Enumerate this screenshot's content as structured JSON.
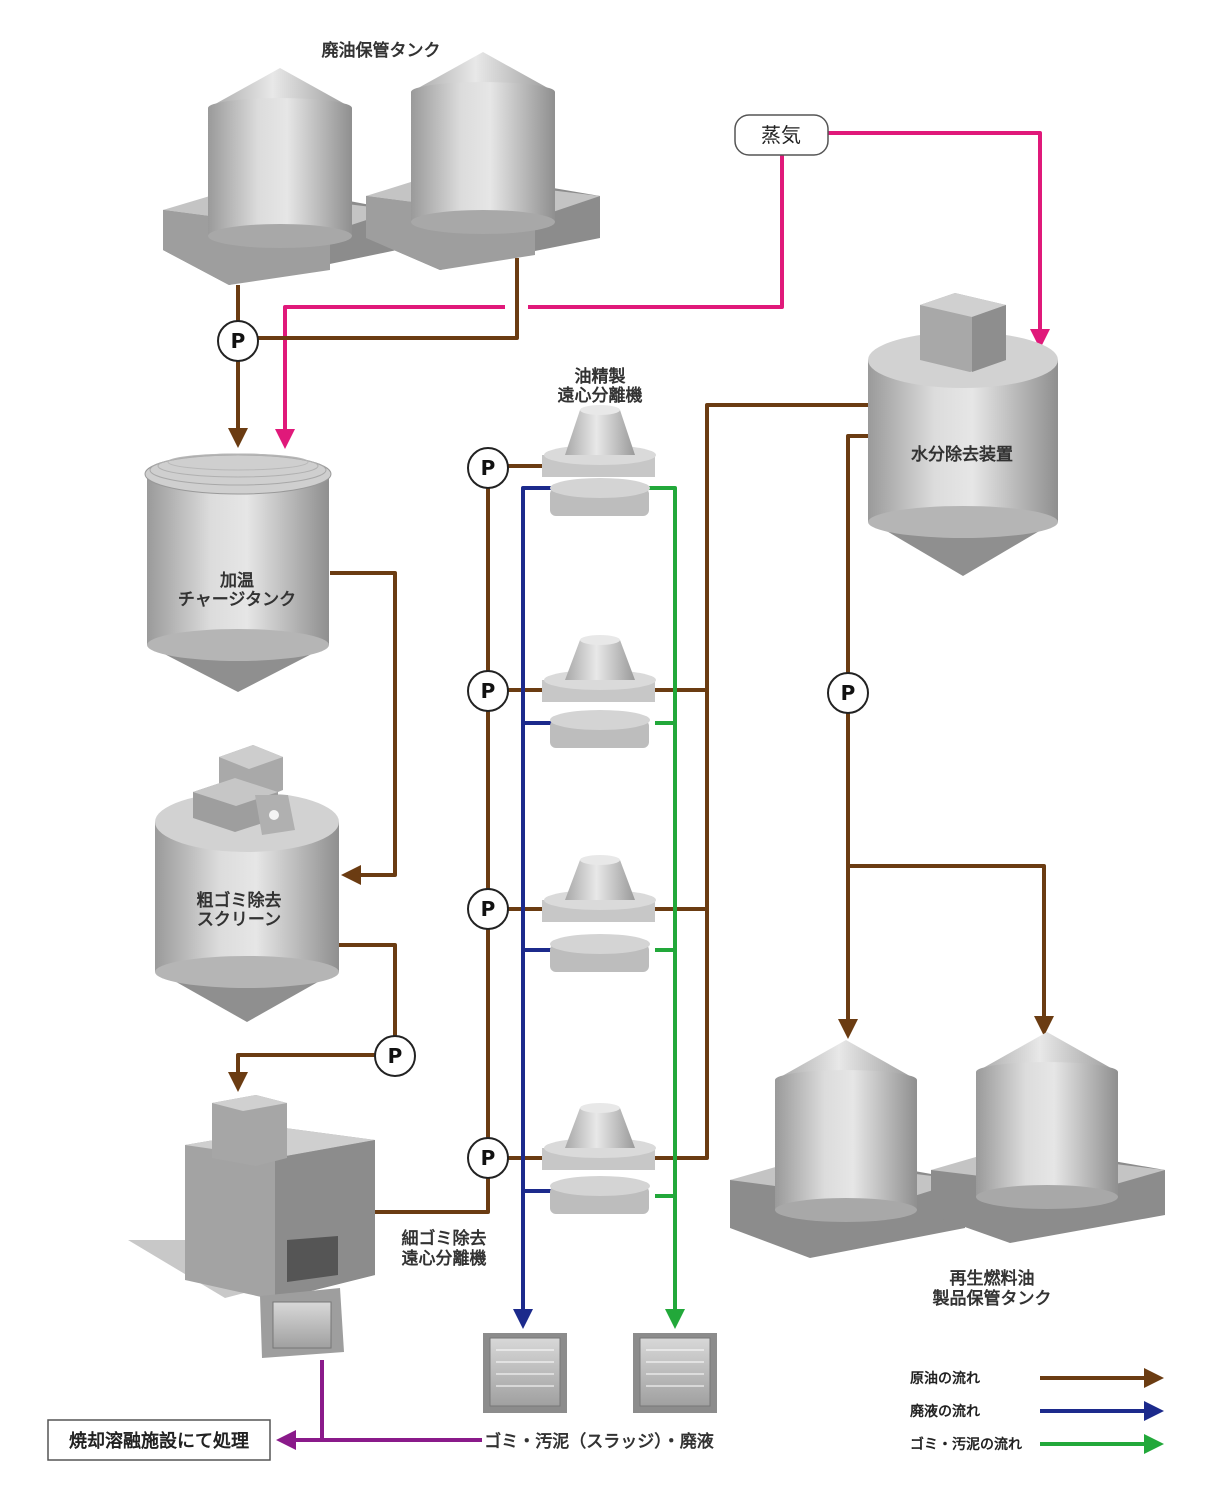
{
  "labels": {
    "waste_oil_tank": "廃油保管タンク",
    "steam": "蒸気",
    "heating_tank_1": "加温",
    "heating_tank_2": "チャージタンク",
    "coarse_screen_1": "粗ゴミ除去",
    "coarse_screen_2": "スクリーン",
    "oil_centrifuge_1": "油精製",
    "oil_centrifuge_2": "遠心分離機",
    "fine_centrifuge_1": "細ゴミ除去",
    "fine_centrifuge_2": "遠心分離機",
    "water_removal": "水分除去装置",
    "product_tank_1": "再生燃料油",
    "product_tank_2": "製品保管タンク",
    "incineration": "焼却溶融施設にて処理",
    "waste_bins": "ゴミ・汚泥（スラッジ）・廃液",
    "pump": "P"
  },
  "legend": [
    {
      "label": "原油の流れ",
      "color": "#6b3c12"
    },
    {
      "label": "廃液の流れ",
      "color": "#1c2a8c"
    },
    {
      "label": "ゴミ・汚泥の流れ",
      "color": "#22a83a"
    }
  ],
  "colors": {
    "crude": "#6b3c12",
    "waste_liquid": "#1c2a8c",
    "sludge": "#22a83a",
    "steam": "#e0197a",
    "incineration": "#8a1a8a"
  }
}
